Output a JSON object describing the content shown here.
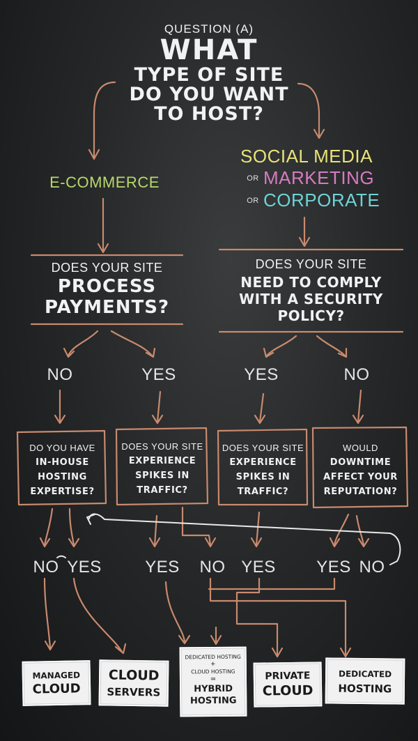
{
  "question_a": {
    "label": "QUESTION (A)",
    "title_line1": "WHAT",
    "title_line2": "TYPE OF SITE",
    "title_line3": "DO YOU WANT",
    "title_line4": "TO HOST?"
  },
  "branches": {
    "ecommerce": "E-COMMERCE",
    "social_media": "SOCIAL MEDIA",
    "or1": "OR",
    "marketing": "MARKETING",
    "or2": "OR",
    "corporate": "CORPORATE"
  },
  "q_payments": {
    "line1": "DOES YOUR SITE",
    "line2": "PROCESS",
    "line3": "PAYMENTS?"
  },
  "q_security": {
    "line1": "DOES YOUR SITE",
    "line2": "NEED TO COMPLY",
    "line3": "WITH A SECURITY",
    "line4": "POLICY?"
  },
  "answers_row1": {
    "no_left": "NO",
    "yes_left": "YES",
    "yes_right": "YES",
    "no_right": "NO"
  },
  "boxes": {
    "expertise": {
      "line1": "DO YOU HAVE",
      "line2": "IN-HOUSE",
      "line3": "HOSTING",
      "line4": "EXPERTISE?"
    },
    "spikes_a": {
      "line1": "DOES YOUR SITE",
      "line2": "EXPERIENCE",
      "line3": "SPIKES IN",
      "line4": "TRAFFIC?"
    },
    "spikes_b": {
      "line1": "DOES YOUR SITE",
      "line2": "EXPERIENCE",
      "line3": "SPIKES IN",
      "line4": "TRAFFIC?"
    },
    "downtime": {
      "line1": "WOULD",
      "line2": "DOWNTIME",
      "line3": "AFFECT YOUR",
      "line4": "REPUTATION?"
    }
  },
  "answers_row2": {
    "a": "NO",
    "b": "YES",
    "c": "YES",
    "d": "NO",
    "e": "YES",
    "f": "YES",
    "g": "NO"
  },
  "results": {
    "managed_cloud": {
      "line1": "MANAGED",
      "line2": "CLOUD"
    },
    "cloud_servers": {
      "line1": "CLOUD",
      "line2": "SERVERS"
    },
    "hybrid": {
      "line1": "DEDICATED HOSTING",
      "plus": "+",
      "line2": "CLOUD HOSTING",
      "equals": "=",
      "line3": "HYBRID",
      "line4": "HOSTING"
    },
    "private_cloud": {
      "line1": "PRIVATE",
      "line2": "CLOUD"
    },
    "dedicated": {
      "line1": "DEDICATED",
      "line2": "HOSTING"
    }
  },
  "colors": {
    "chalk_white": "#f2f2f2",
    "chalk_orange": "#c98a6e",
    "ecommerce_green": "#b9d86a",
    "social_yellow": "#e8e27a",
    "marketing_pink": "#d77bc0",
    "corporate_cyan": "#6fd3d6"
  }
}
